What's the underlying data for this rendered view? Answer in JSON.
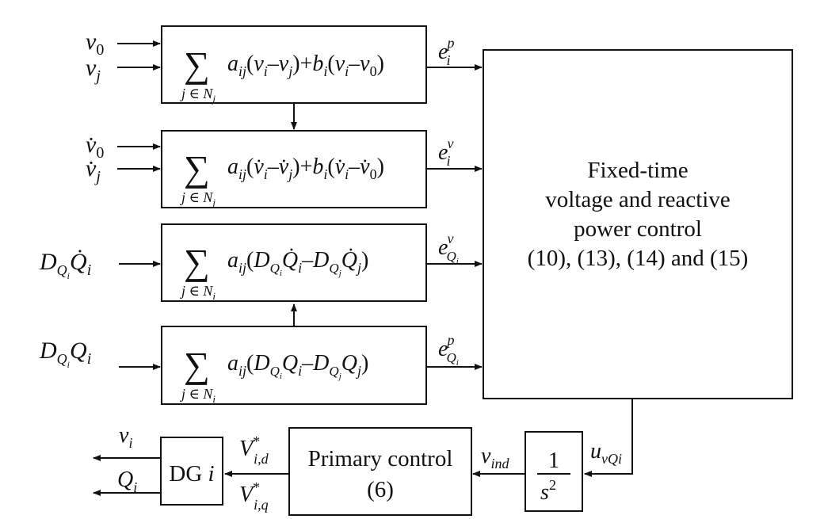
{
  "inputs": {
    "row1": [
      "v0",
      "vj"
    ],
    "row2": [
      "v̇0",
      "v̇j"
    ],
    "row3": "DQi Q̇i",
    "row4": "DQi Qi"
  },
  "blocks": {
    "sum1": "Σ_{j∈N_j} a_ij(v_i−v_j)+b_i(v_i−v_0)",
    "sum2": "Σ_{j∈N_j} a_ij(v̇_i−v̇_j)+b_i(v̇_i−v̇_0)",
    "sum3": "Σ_{j∈N_i} a_ij(D_Qi Q̇_i−D_Qj Q̇_j)",
    "sum4": "Σ_{j∈N_i} a_ij(D_Qi Q_i−D_Qj Q_j)",
    "sum_index_1": "j∈N_j",
    "sum_index_2": "j∈N_i"
  },
  "errors": {
    "e1": "e_i^p",
    "e2": "e_i^v",
    "e3": "e_Qi^v",
    "e4": "e_Qi^p"
  },
  "controller": {
    "line1": "Fixed-time",
    "line2": "voltage and reactive",
    "line3": "power control",
    "line4": "(10), (13), (14) and (15)"
  },
  "integrator": {
    "num": "1",
    "den": "s²"
  },
  "signals": {
    "u": "u_vQi",
    "v_ind": "v_ind",
    "v_d": "V*_i,d",
    "v_q": "V*_i,q",
    "out_v": "v_i",
    "out_q": "Q_i"
  },
  "primary": {
    "line1": "Primary control",
    "line2": "(6)"
  },
  "dg": {
    "label": "DG i"
  }
}
